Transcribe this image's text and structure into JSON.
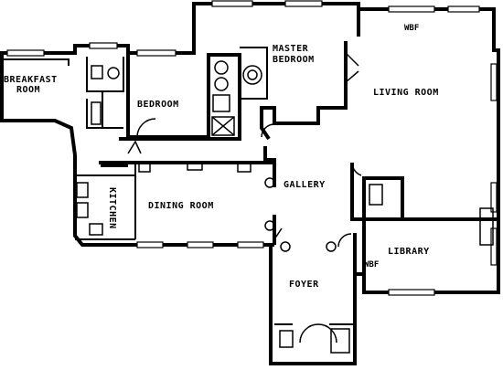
{
  "rooms": {
    "breakfast_line1": "BREAKFAST",
    "breakfast_line2": "ROOM",
    "bedroom": "BEDROOM",
    "master_line1": "MASTER",
    "master_line2": "BEDROOM",
    "living_room": "LIVING ROOM",
    "gallery": "GALLERY",
    "dining_room": "DINING ROOM",
    "kitchen": "KITCHEN",
    "library": "LIBRARY",
    "foyer": "FOYER"
  },
  "annotations": {
    "wbf_top": "WBF",
    "wbf_library": "WBF"
  }
}
